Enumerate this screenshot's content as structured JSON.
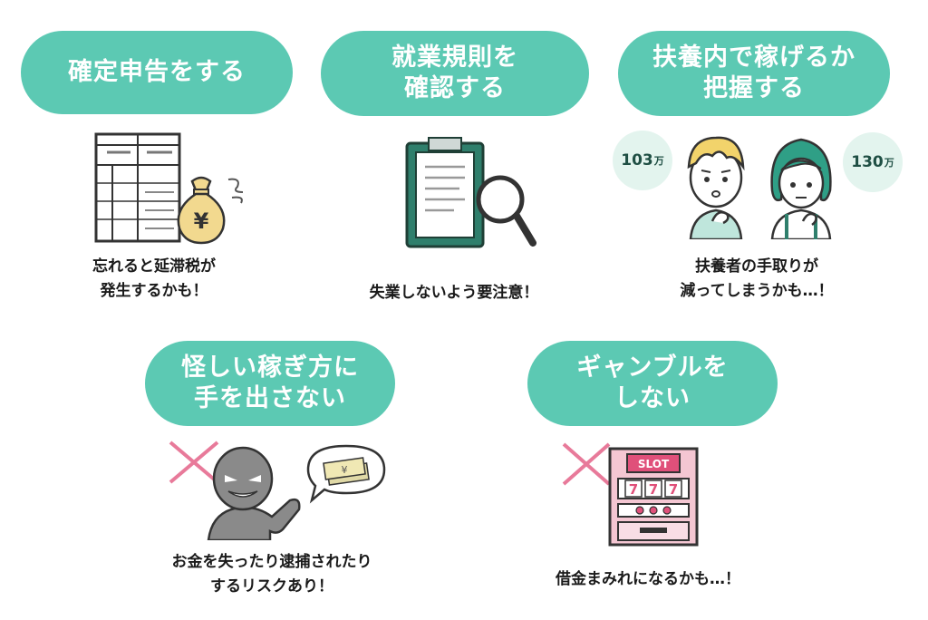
{
  "tips": [
    {
      "title_line1": "確定申告をする",
      "title_line2": "",
      "caption_line1": "忘れると延滞税が",
      "caption_line2": "発生するかも！"
    },
    {
      "title_line1": "就業規則を",
      "title_line2": "確認する",
      "caption_line1": "失業しないよう要注意！",
      "caption_line2": ""
    },
    {
      "title_line1": "扶養内で稼げるか",
      "title_line2": "把握する",
      "caption_line1": "扶養者の手取りが",
      "caption_line2": "減ってしまうかも…！"
    },
    {
      "title_line1": "怪しい稼ぎ方に",
      "title_line2": "手を出さない",
      "caption_line1": "お金を失ったり逮捕されたり",
      "caption_line2": "するリスクあり！"
    },
    {
      "title_line1": "ギャンブルを",
      "title_line2": "しない",
      "caption_line1": "借金まみれになるかも…！",
      "caption_line2": ""
    }
  ],
  "badges": {
    "left": {
      "number": "103",
      "unit": "万"
    },
    "right": {
      "number": "130",
      "unit": "万"
    }
  },
  "money_bag_symbol": "¥",
  "banknote_symbol": "¥",
  "slot": {
    "label": "SLOT",
    "reel1": "7",
    "reel2": "7",
    "reel3": "7"
  },
  "colors": {
    "pill": "#5cc9b3",
    "cross": "#e87a9a",
    "slot_body": "#f4c6d2",
    "slot_accent": "#e0507a",
    "clipboard": "#2f7f6c"
  },
  "icons": [
    "tax-form-icon",
    "money-bag-icon",
    "clipboard-icon",
    "magnifier-icon",
    "worried-man-icon",
    "worried-woman-icon",
    "shady-person-icon",
    "cash-bubble-icon",
    "slot-machine-icon",
    "cross-mark-icon"
  ]
}
